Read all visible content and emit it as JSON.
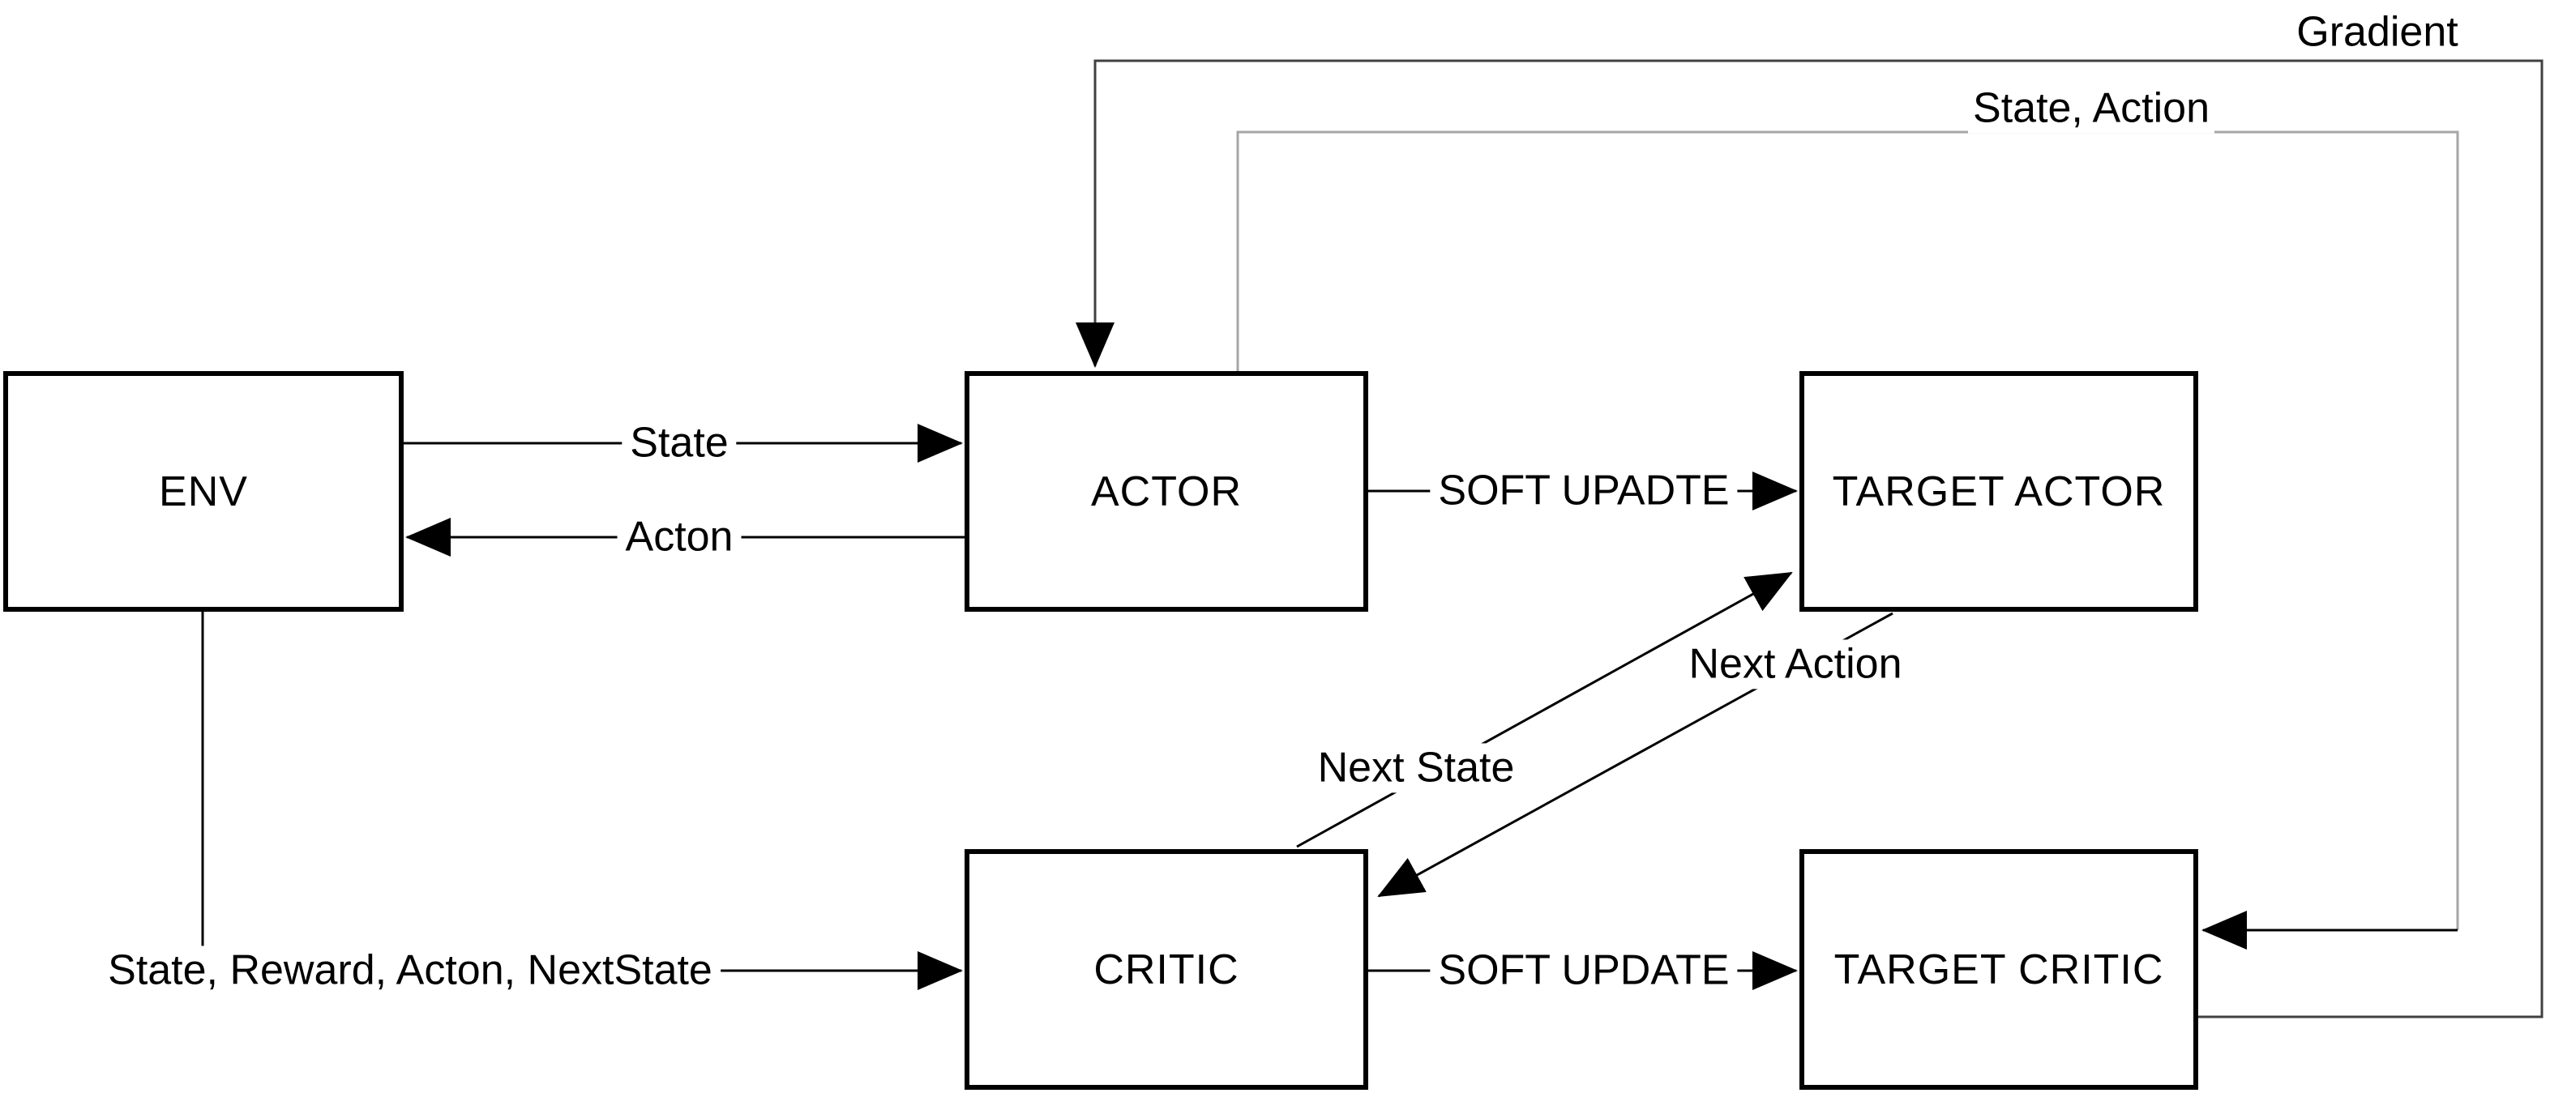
{
  "diagram": {
    "nodes": {
      "env": {
        "label": "ENV"
      },
      "actor": {
        "label": "ACTOR"
      },
      "target_actor": {
        "label": "TARGET ACTOR"
      },
      "critic": {
        "label": "CRITIC"
      },
      "target_critic": {
        "label": "TARGET CRITIC"
      }
    },
    "edges": {
      "state": {
        "label": "State",
        "from": "ENV",
        "to": "ACTOR"
      },
      "acton": {
        "label": "Acton",
        "from": "ACTOR",
        "to": "ENV"
      },
      "soft_upadte": {
        "label": "SOFT UPADTE",
        "from": "ACTOR",
        "to": "TARGET ACTOR"
      },
      "soft_update": {
        "label": "SOFT UPDATE",
        "from": "CRITIC",
        "to": "TARGET CRITIC"
      },
      "env_to_critic": {
        "label": "State, Reward, Acton, NextState",
        "from": "ENV",
        "to": "CRITIC"
      },
      "next_state": {
        "label": "Next State",
        "from": "CRITIC",
        "to": "TARGET ACTOR"
      },
      "next_action": {
        "label": "Next Action",
        "from": "TARGET ACTOR",
        "to": "CRITIC"
      },
      "gradient": {
        "label": "Gradient",
        "from": "TARGET CRITIC",
        "to": "ACTOR"
      },
      "state_action": {
        "label": "State, Action",
        "from": "ACTOR",
        "to": "TARGET CRITIC"
      }
    },
    "colors": {
      "line": "#000000",
      "gradient_loop": "#404040",
      "state_action_loop": "#a6a6a6",
      "background": "#ffffff"
    }
  }
}
